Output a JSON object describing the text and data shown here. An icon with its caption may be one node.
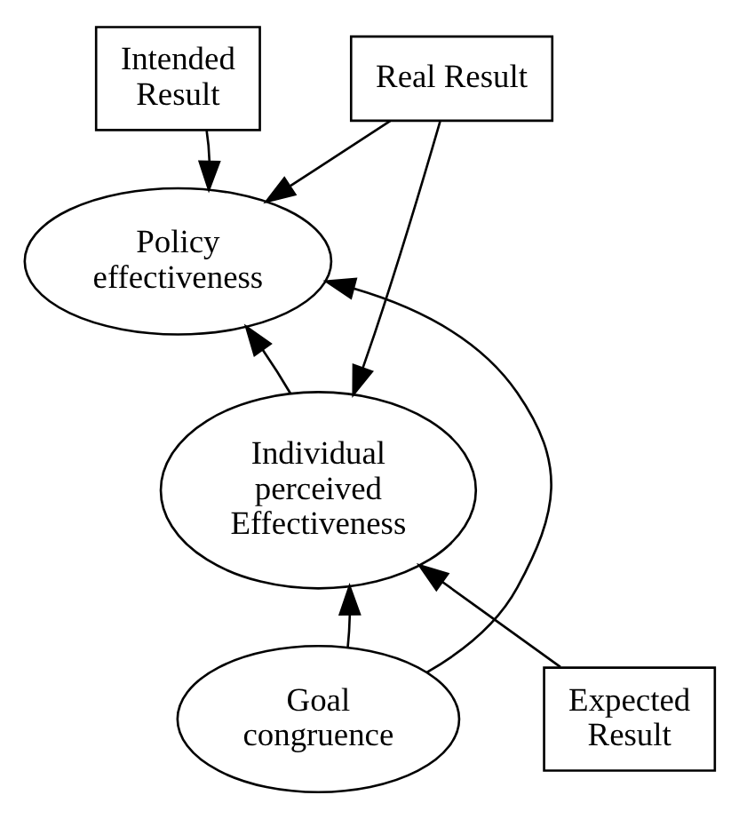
{
  "diagram": {
    "nodes": [
      {
        "text": [
          "Intended Result"
        ]
      },
      {
        "text": [
          "Real Result"
        ]
      },
      {
        "text": [
          "Policy effectiveness"
        ]
      },
      {
        "text": [
          "Individual perceived Effectiveness"
        ]
      },
      {
        "text": [
          "Goal congruence"
        ]
      },
      {
        "text": [
          "Expected Result"
        ]
      }
    ],
    "edges": [
      {
        "from": 0,
        "to": 2,
        "arrow": "to"
      },
      {
        "from": 1,
        "to": 2,
        "arrow": "to"
      },
      {
        "from": 1,
        "to": 3,
        "arrow": "to"
      },
      {
        "from": 3,
        "to": 2,
        "arrow": "to"
      },
      {
        "from": 4,
        "to": 2,
        "arrow": "to"
      },
      {
        "from": 4,
        "to": 3,
        "arrow": "to"
      },
      {
        "from": 5,
        "to": 3,
        "arrow": "to"
      }
    ]
  }
}
